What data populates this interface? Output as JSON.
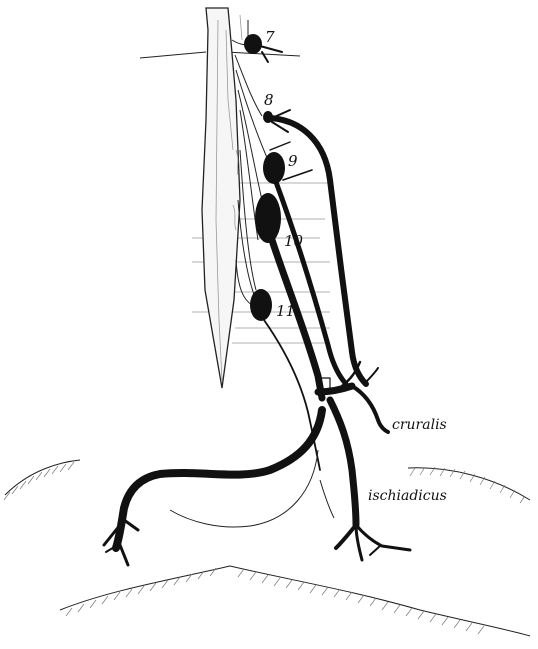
{
  "figure": {
    "ganglion_numbers": [
      "7",
      "8",
      "9",
      "10",
      "11"
    ],
    "nerve_labels": {
      "cruralis": "cruralis",
      "ischiadicus": "ischiadicus"
    },
    "ink_color": "#111111",
    "background_color": "#ffffff"
  }
}
